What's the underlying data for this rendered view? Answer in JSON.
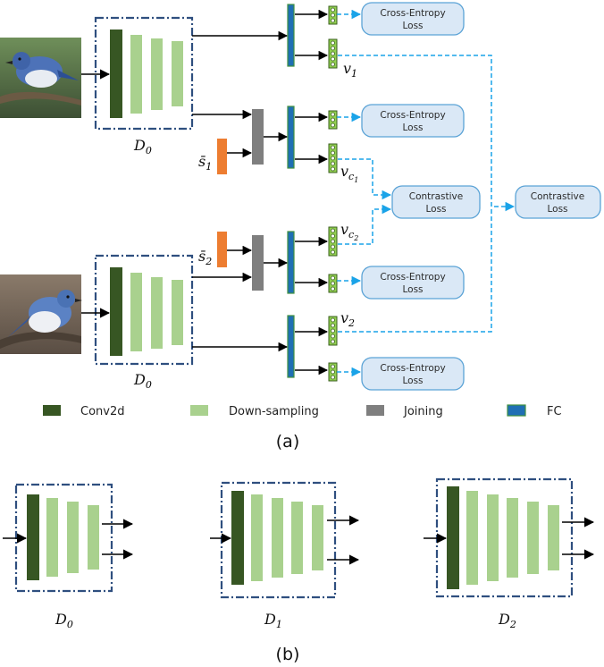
{
  "colors": {
    "conv": "#375623",
    "down": "#a9d18e",
    "join": "#7f7f7f",
    "fc": "#1f6fb4",
    "fc_edge": "#3f8f3f",
    "sbar": "#ed7d31",
    "loss_fill": "#dae8f6",
    "loss_stroke": "#5ba3d6",
    "dashed": "#1aa3e8",
    "dotbox": "#2f4f7f",
    "node": "#92d050"
  },
  "losses": {
    "ce1": [
      "Cross-Entropy",
      "Loss"
    ],
    "ce2": [
      "Cross-Entropy",
      "Loss"
    ],
    "ce3": [
      "Cross-Entropy",
      "Loss"
    ],
    "ce4": [
      "Cross-Entropy",
      "Loss"
    ],
    "contrastive_a": [
      "Contrastive",
      "Loss"
    ],
    "contrastive_b": [
      "Contrastive",
      "Loss"
    ]
  },
  "labels": {
    "d0_top": {
      "base": "D",
      "sub": "0"
    },
    "d0_bottom": {
      "base": "D",
      "sub": "0"
    },
    "v1": {
      "base": "v",
      "sub": "1"
    },
    "v2": {
      "base": "v",
      "sub": "2"
    },
    "vc1": {
      "base": "v",
      "sub": "c",
      "subsub": "1"
    },
    "vc2": {
      "base": "v",
      "sub": "c",
      "subsub": "2"
    },
    "s1": {
      "base": "s̄",
      "sub": "1"
    },
    "s2": {
      "base": "s̄",
      "sub": "2"
    },
    "b_d0": {
      "base": "D",
      "sub": "0"
    },
    "b_d1": {
      "base": "D",
      "sub": "1"
    },
    "b_d2": {
      "base": "D",
      "sub": "2"
    }
  },
  "legend": [
    {
      "label": "Conv2d",
      "color": "conv"
    },
    {
      "label": "Down-sampling",
      "color": "down"
    },
    {
      "label": "Joining",
      "color": "join"
    },
    {
      "label": "FC",
      "color": "fc"
    }
  ],
  "panels": {
    "a": "(a)",
    "b": "(b)"
  }
}
